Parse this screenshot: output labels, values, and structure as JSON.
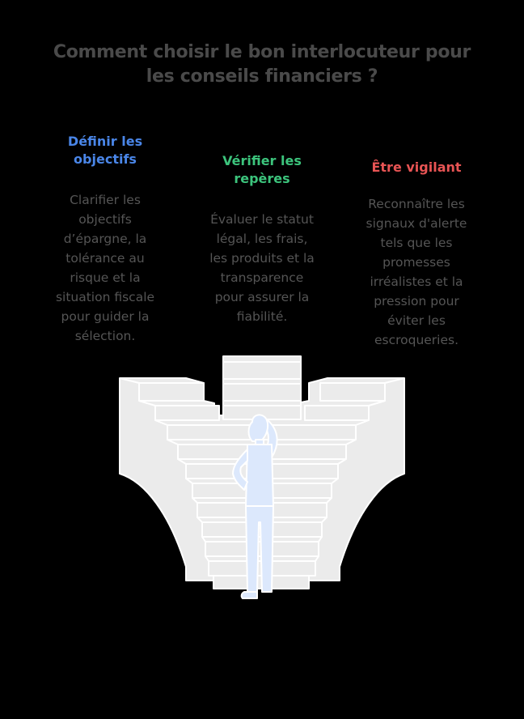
{
  "title": {
    "lines": [
      "Comment choisir le bon interlocuteur pour",
      "les conseils financiers ?"
    ],
    "color": "#4a4a4a"
  },
  "columns": [
    {
      "heading_lines": [
        "Définir les",
        "objectifs"
      ],
      "color": "#4a86e8",
      "description_lines": [
        "Clarifier les",
        "objectifs",
        "d’épargne, la",
        "tolérance au",
        "risque et la",
        "situation fiscale",
        "pour guider la",
        "sélection."
      ]
    },
    {
      "heading_lines": [
        "Vérifier les",
        "repères"
      ],
      "color": "#3cc47c",
      "description_lines": [
        "Évaluer le statut",
        "légal, les frais,",
        "les produits et la",
        "transparence",
        "pour assurer la",
        "fiabilité."
      ]
    },
    {
      "heading_lines": [
        "Être vigilant"
      ],
      "color": "#e85454",
      "description_lines": [
        "Reconnaître les",
        "signaux d'alerte",
        "tels que les",
        "promesses",
        "irréalistes et la",
        "pression pour",
        "éviter les",
        "escroqueries."
      ]
    }
  ],
  "illustration": {
    "subject": "person-standing-before-staircase",
    "stair_color": "#ebebeb",
    "outline_color": "#ffffff",
    "figure_color": "#dce8fc"
  },
  "background": "#000000"
}
